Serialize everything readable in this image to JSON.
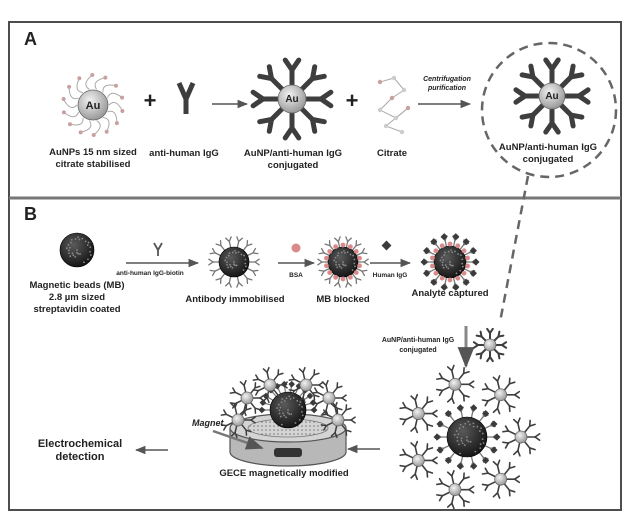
{
  "panelA": {
    "letter": "A",
    "au": "Au",
    "plus1": "+",
    "plus2": "+",
    "aunp_label_1": "AuNPs 15 nm sized",
    "aunp_label_2": "citrate stabilised",
    "antibody_label": "anti-human IgG",
    "conj_label_1": "AuNP/anti-human IgG",
    "conj_label_2": "conjugated",
    "citrate_label": "Citrate",
    "step_label_1": "Centrifugation",
    "step_label_2": "purification",
    "final_label_1": "AuNP/anti-human IgG",
    "final_label_2": "conjugated"
  },
  "panelB": {
    "letter": "B",
    "mb_label_1": "Magnetic beads (MB)",
    "mb_label_2": "2.8 µm sized",
    "mb_label_3": "streptavidin coated",
    "arrow1_label": "anti-human IgG-biotin",
    "immob_label": "Antibody immobilised",
    "bsa_label": "BSA",
    "blocked_label": "MB blocked",
    "higg_label": "Human IgG",
    "captured_label": "Analyte captured",
    "conj_label_1": "AuNP/anti-human IgG",
    "conj_label_2": "conjugated",
    "magnet_label": "Magnet",
    "gece_label": "GECE magnetically modified",
    "detect_label_1": "Electrochemical",
    "detect_label_2": "detection"
  },
  "colors": {
    "frame": "#4d4d4d",
    "antibody": "#3e3e3e",
    "au_fill": "#c8c8c8",
    "bead": "#1e1e1e",
    "bsa": "#d98a8a",
    "arrow": "#555555"
  }
}
